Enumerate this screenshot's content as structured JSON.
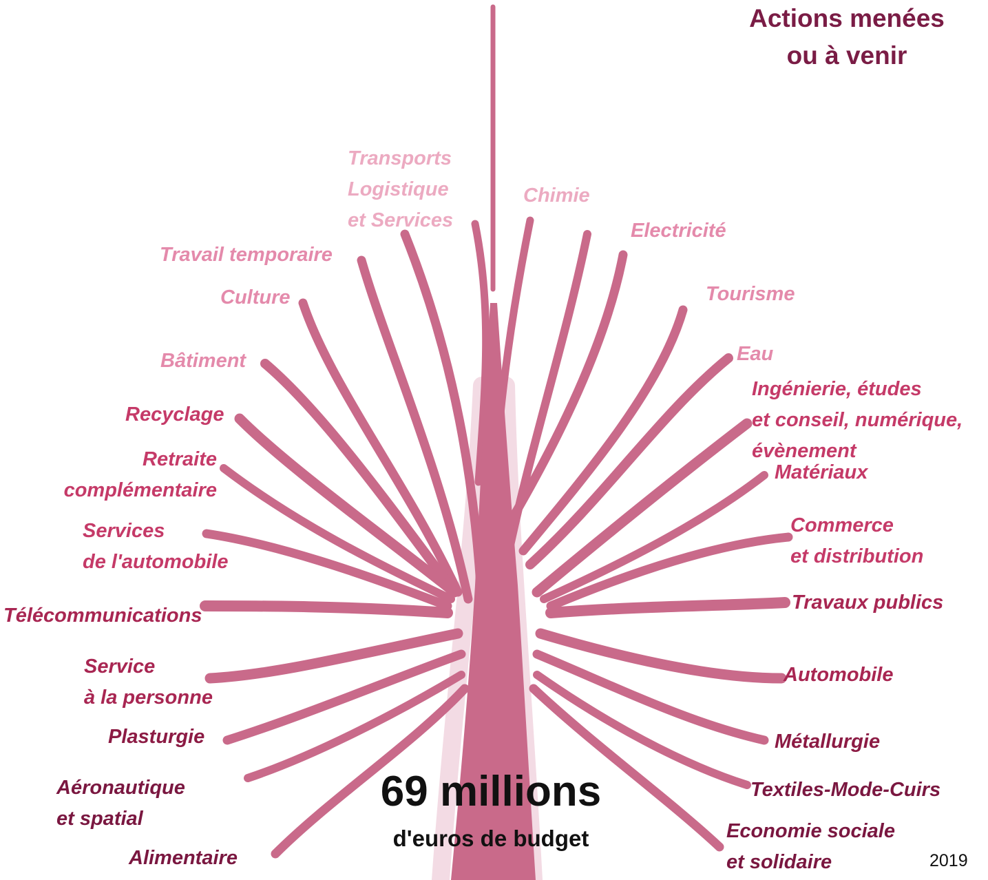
{
  "title": "Actions menées\nou à venir",
  "budget": {
    "amount": "69 millions",
    "label": "d'euros de budget"
  },
  "year": "2019",
  "colors": {
    "tree": "#c96a8a",
    "title": "#7a1c45",
    "halo": "#f3dbe4"
  },
  "sectors": {
    "transports": "Transports\nLogistique\net Services",
    "chimie": "Chimie",
    "electricite": "Electricité",
    "travail_temporaire": "Travail temporaire",
    "tourisme": "Tourisme",
    "culture": "Culture",
    "eau": "Eau",
    "batiment": "Bâtiment",
    "ingenierie": "Ingénierie, études\net conseil, numérique,\névènement",
    "recyclage": "Recyclage",
    "materiaux": "Matériaux",
    "retraite": "Retraite\ncomplémentaire",
    "commerce": "Commerce\net distribution",
    "services_auto": "Services\nde l'automobile",
    "telecom": "Télécommunications",
    "travaux_publics": "Travaux publics",
    "service_personne": "Service\nà la personne",
    "automobile": "Automobile",
    "plasturgie": "Plasturgie",
    "metallurgie": "Métallurgie",
    "aeronautique": "Aéronautique\net spatial",
    "textiles": "Textiles-Mode-Cuirs",
    "alimentaire": "Alimentaire",
    "economie_sociale": "Economie sociale\net solidaire"
  }
}
